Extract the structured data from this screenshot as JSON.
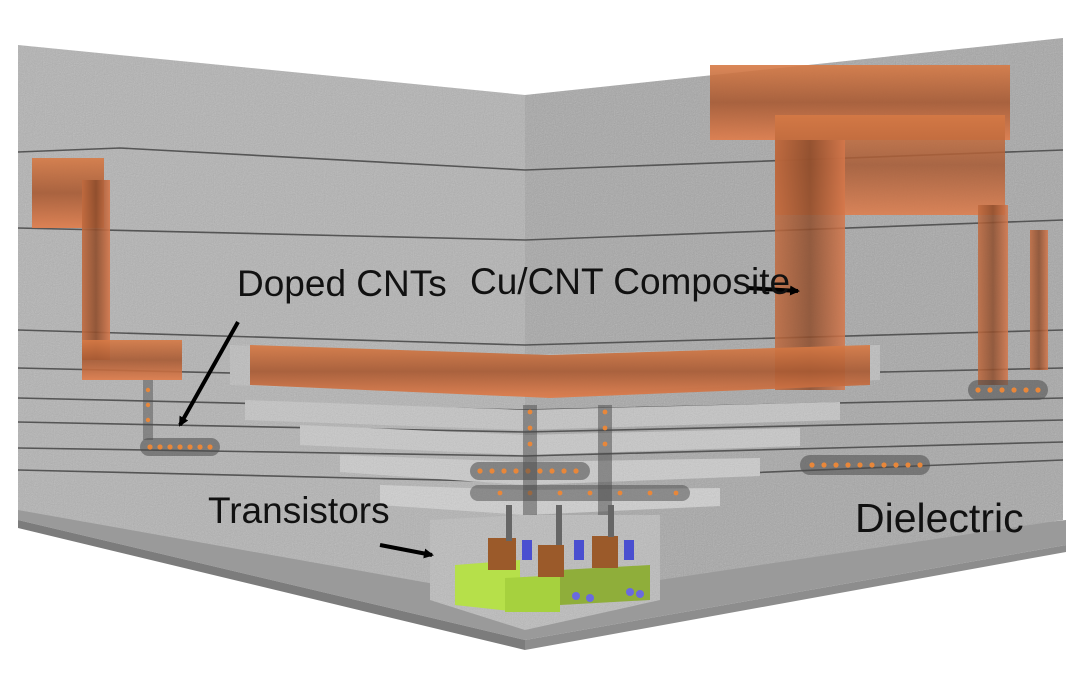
{
  "labels": {
    "doped_cnts": "Doped CNTs",
    "cu_cnt_composite": "Cu/CNT Composite",
    "transistors": "Transistors",
    "dielectric": "Dielectric"
  },
  "colors": {
    "dielectric_gray": "#a9a9a9",
    "dielectric_dark": "#8a8a8a",
    "copper": "#b5643a",
    "copper_glow": "#ff7a3c",
    "cnt_dot": "#e8873a",
    "transistor_green": "#b6e04a",
    "transistor_blue": "#4a4fd0",
    "arrow": "#000000"
  },
  "icons": {
    "arrows": "black-arrow"
  }
}
